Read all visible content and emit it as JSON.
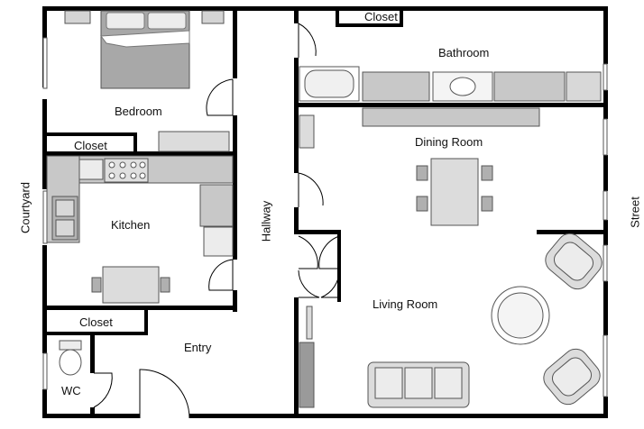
{
  "rooms": {
    "bedroom": "Bedroom",
    "bathroom": "Bathroom",
    "kitchen": "Kitchen",
    "dining_room": "Dining Room",
    "living_room": "Living Room",
    "entry": "Entry",
    "wc": "WC",
    "hallway": "Hallway"
  },
  "closets": {
    "bedroom_closet": "Closet",
    "bathroom_closet": "Closet",
    "entry_closet": "Closet"
  },
  "exterior": {
    "left_side": "Courtyard",
    "right_side": "Street"
  },
  "colors": {
    "wall": "#000000",
    "fixture_fill": "#c8c8c8",
    "fixture_stroke": "#555555",
    "furniture_fill": "#dcdcdc"
  }
}
